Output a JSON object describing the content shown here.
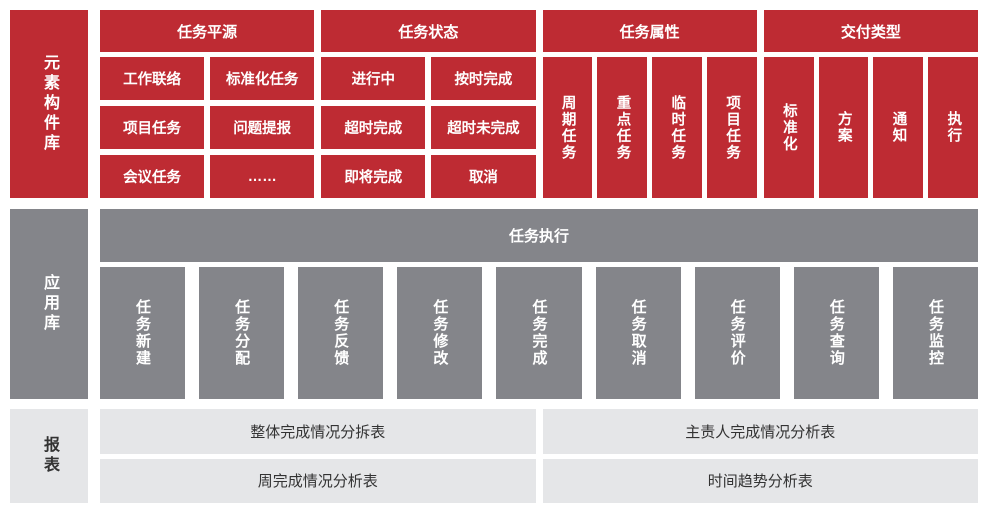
{
  "palette": {
    "red": "#BE2B33",
    "gray": "#84858A",
    "light_gray": "#E5E6E8",
    "text_on_color": "#FFFFFF",
    "text_dark": "#333333",
    "background": "#FFFFFF"
  },
  "element_library": {
    "label": "元素构件库",
    "groups": [
      {
        "header": "任务平源",
        "items": [
          "工作联络",
          "标准化任务",
          "项目任务",
          "问题提报",
          "会议任务",
          "……"
        ]
      },
      {
        "header": "任务状态",
        "items": [
          "进行中",
          "按时完成",
          "超时完成",
          "超时未完成",
          "即将完成",
          "取消"
        ]
      },
      {
        "header": "任务属性",
        "items": [
          "周期任务",
          "重点任务",
          "临时任务",
          "项目任务"
        ]
      },
      {
        "header": "交付类型",
        "items": [
          "标准化",
          "方案",
          "通知",
          "执行"
        ]
      }
    ]
  },
  "application_library": {
    "label": "应用库",
    "header": "任务执行",
    "items": [
      "任务新建",
      "任务分配",
      "任务反馈",
      "任务修改",
      "任务完成",
      "任务取消",
      "任务评价",
      "任务查询",
      "任务监控"
    ]
  },
  "reports": {
    "label": "报表",
    "rows": [
      [
        "整体完成情况分拆表",
        "主责人完成情况分析表"
      ],
      [
        "周完成情况分析表",
        "时间趋势分析表"
      ]
    ]
  }
}
